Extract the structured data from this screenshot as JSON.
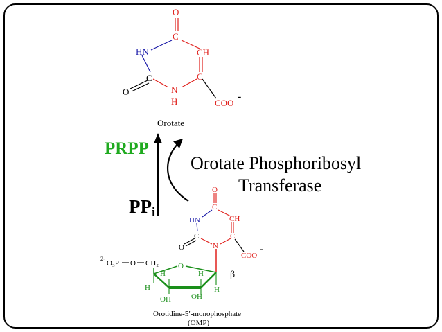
{
  "orotate": {
    "atom_O_top": "O",
    "atom_C_top": "C",
    "atom_HN": "HN",
    "atom_CH": "CH",
    "atom_C_left": "C",
    "atom_C_right": "C",
    "atom_O_left": "O",
    "atom_N": "N",
    "atom_H": "H",
    "atom_COO": "COO",
    "charge_minus": "-",
    "label": "Orotate"
  },
  "reaction": {
    "prpp": "PRPP",
    "pp": "PP",
    "pp_sub": "i",
    "enzyme_line1": "Orotate Phosphoribosyl",
    "enzyme_line2": "Transferase"
  },
  "omp": {
    "atom_O_top": "O",
    "atom_C_top": "C",
    "atom_HN": "HN",
    "atom_CH": "CH",
    "atom_C_left": "C",
    "atom_C_right": "C",
    "atom_O_left": "O",
    "atom_N": "N",
    "atom_COO": "COO",
    "charge_minus": "-",
    "phosphate_prefix": "2-",
    "phosphate": "O₃P",
    "ester_O": "O",
    "ch2": "CH₂",
    "ring_O": "O",
    "h1": "H",
    "h2": "H",
    "h3": "H",
    "h4": "H",
    "oh1": "OH",
    "oh2": "OH",
    "beta": "β",
    "label_line1": "Orotidine-5′-monophosphate",
    "label_line2": "(OMP)"
  },
  "colors": {
    "frame": "#000000",
    "red": "#e0201c",
    "blue": "#1a1aa8",
    "green": "#1a8f1a",
    "prpp_green": "#1faa1f"
  }
}
